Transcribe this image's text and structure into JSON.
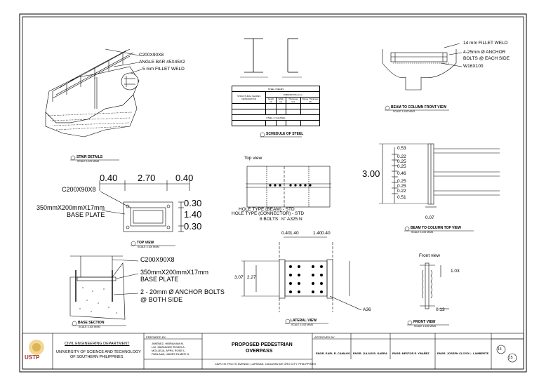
{
  "stair": {
    "callout_channel": "C200X90X8",
    "callout_angle": "ANGLE BAR 45X45X2",
    "callout_weld": "5 mm FILLET WELD",
    "title": "STAIR DETAILS"
  },
  "schedule": {
    "title": "SCHEDULE OF STEEL",
    "beams_header": "STEEL I BEAMS",
    "designation": "STRUCTURAL SHAPES DESIGNATION",
    "dimensions": "DIMENSIONS (mm)",
    "col_depth": "Depth (d)",
    "col_width": "Width (w)",
    "col_thickness": "Thickness (tw)",
    "col_flange": "Flange Thickness (tf)",
    "channel_header": "STEEL C CHANNEL"
  },
  "beam_front": {
    "callout_weld": "14 mm FILLET WELD",
    "callout_bolts_1": "4-25mm Ø ANCHOR",
    "callout_bolts_2": "BOLTS @ EACH SIDE",
    "callout_beam": "W16X100",
    "title": "BEAM TO COLUMN FRONT VIEW"
  },
  "base_plate_top": {
    "dim_left": "0.40",
    "dim_mid": "2.70",
    "dim_right": "0.40",
    "dim_v1": "0.30",
    "dim_v2": "1.40",
    "dim_v3": "0.30",
    "channel": "C200X90X8",
    "plate_1": "350mmX200mmX17mm",
    "plate_2": "BASE PLATE",
    "title": "TOP VIEW"
  },
  "top_view": {
    "label": "Top view",
    "hole_beam": "HOLE TYPE (BEAM) - STD",
    "hole_conn": "HOLE TYPE (CONNECTOR) - STD",
    "bolts": "8 BOLTS: ⅞\" A325 N"
  },
  "beam_top": {
    "overall": "3.00",
    "dims": [
      "0.53",
      "0.22",
      "0.25",
      "0.25",
      "0.46",
      "0.25",
      "0.25",
      "0.22",
      "0.51"
    ],
    "bottom": "0.07",
    "title": "BEAM TO COLUMN TOP VIEW"
  },
  "base_section": {
    "channel": "C200X90X8",
    "plate_1": "350mmX200mmX17mm",
    "plate_2": "BASE PLATE",
    "bolts_1": "2 - 20mm Ø ANCHOR BOLTS",
    "bolts_2": "@ BOTH SIDE",
    "title": "BASE SECTION"
  },
  "lateral": {
    "dim_a": "0.40",
    "dim_b": "1.40",
    "dim_c": "1.40",
    "dim_d": "0.40",
    "dim_h1": "3.07",
    "dim_h2": "2.27",
    "steel": "A36",
    "title": "LATERAL VIEW"
  },
  "front_view": {
    "label": "Front view",
    "dim_top": "1.03",
    "dim_bot": "0.13",
    "title": "FRONT VIEW"
  },
  "scale_text": "SCALE   1:100   M/M3",
  "title_block": {
    "logo": "USTP",
    "department": "CIVIL ENGINEERING DEPARTMENT",
    "university_1": "UNIVERSITY OF SCIENCE AND TECHNOLOGY",
    "university_2": "OF SOUTHERN PHILIPPINES",
    "prepared_label": "PREPARED BY:",
    "students": [
      "JIMENEZ, HIBRAHAM M.",
      "LUI, MARIAGEE ROSEI A.",
      "MOLLEJA, APRIL ROSE L.",
      "PANLAAN, JAMES ELMER N."
    ],
    "project_1": "PROPOSED PEDESTRIAN",
    "project_2": "OVERPASS",
    "location": "CAPO M. FELITO AVENUE, LAPASAN, CAGAYAN DE ORO CITY, PHILIPPINES",
    "approved_label": "APPROVED BY:",
    "names": [
      "ENGR. EARL R. CAMAGO",
      "ENGR. JULIUS B. GARRA",
      "ENGR. NESTOR E. YBAÑEZ",
      "ENGR. JOSEPH CLOYD L. LAMBERTE"
    ],
    "sheet_no": "13",
    "sheet_total": "15"
  }
}
